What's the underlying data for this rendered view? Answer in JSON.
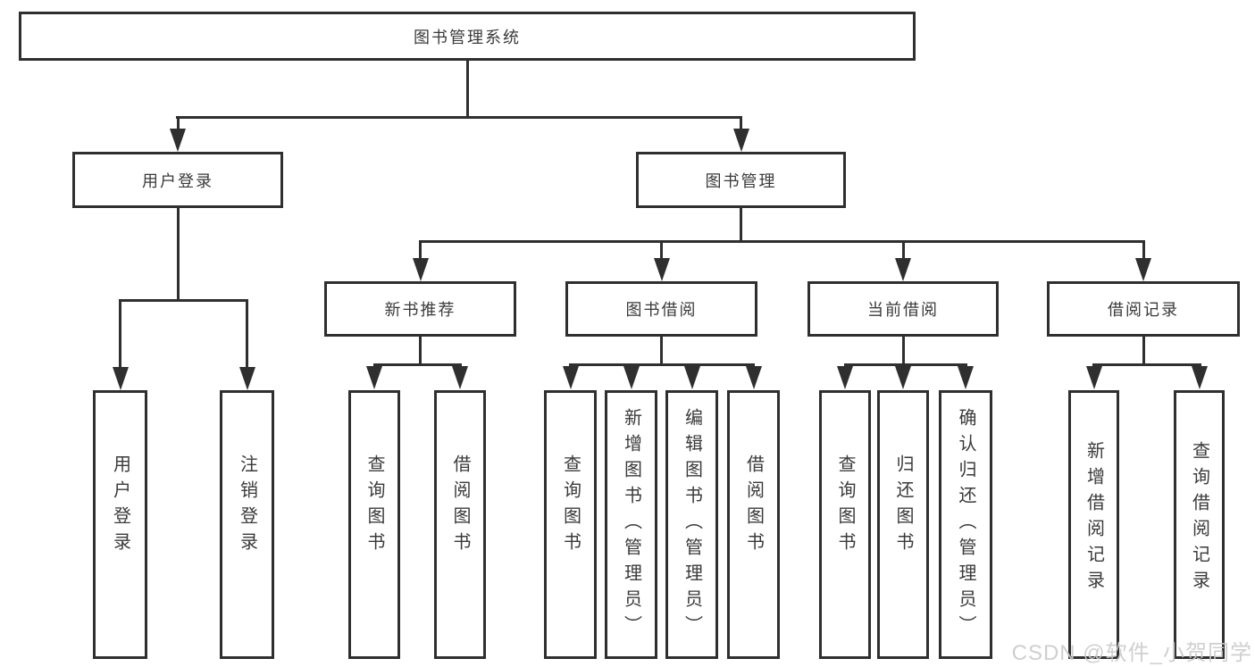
{
  "diagram": {
    "title": "图书管理系统",
    "level2": {
      "user_login": "用户登录",
      "book_management": "图书管理"
    },
    "level3": {
      "new_book_recommend": "新书推荐",
      "book_borrow": "图书借阅",
      "current_borrow": "当前借阅",
      "borrow_records": "借阅记录"
    },
    "leaves": {
      "login": [
        "用户登录",
        "注销登录"
      ],
      "recommend": [
        "查询图书",
        "借阅图书"
      ],
      "borrow": [
        "查询图书",
        "新增图书（管理员）",
        "编辑图书（管理员）",
        "借阅图书"
      ],
      "current": [
        "查询图书",
        "归还图书",
        "确认归还（管理员）"
      ],
      "records": [
        "新增借阅记录",
        "查询借阅记录"
      ]
    }
  },
  "watermark": {
    "text": "CSDN @软件_小贺同学"
  },
  "colors": {
    "line": "#2f2f2f",
    "text": "#3a3a3a",
    "background": "#ffffff",
    "watermark": "#cacaca"
  }
}
